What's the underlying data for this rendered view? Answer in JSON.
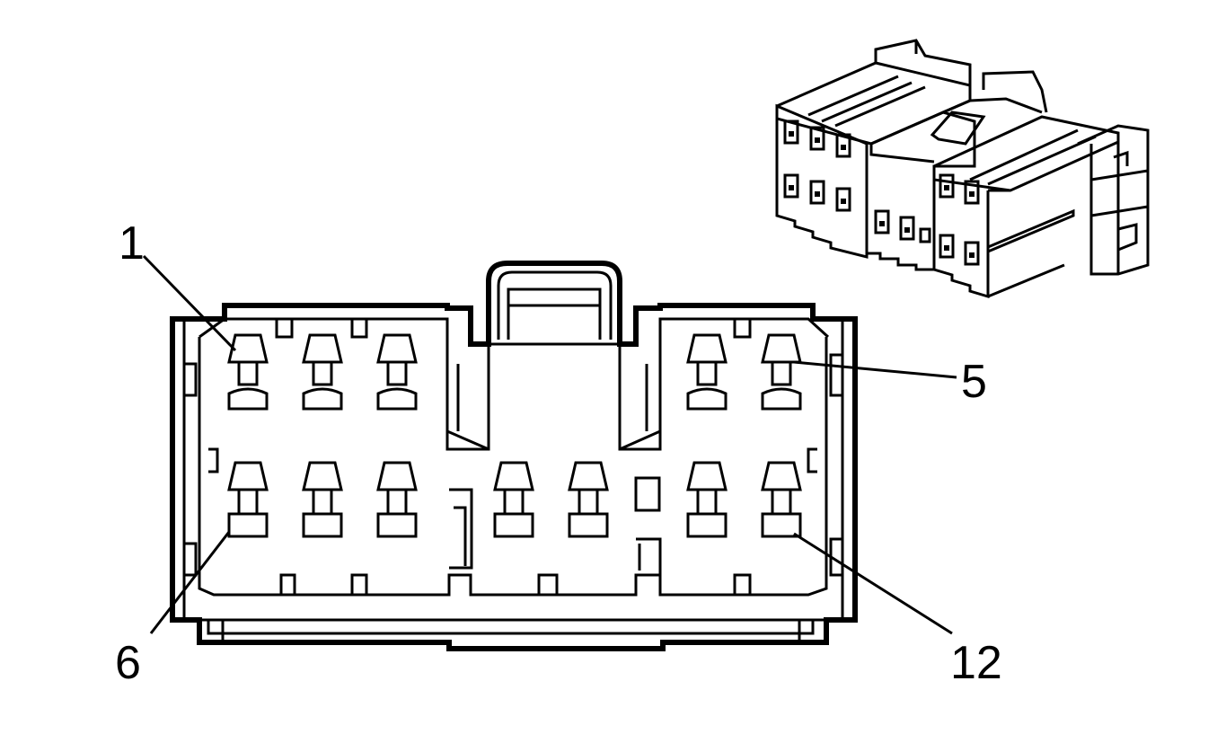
{
  "labels": {
    "pin_1": "1",
    "pin_5": "5",
    "pin_6": "6",
    "pin_12": "12"
  },
  "colors": {
    "line": "#000000",
    "background": "#ffffff"
  }
}
